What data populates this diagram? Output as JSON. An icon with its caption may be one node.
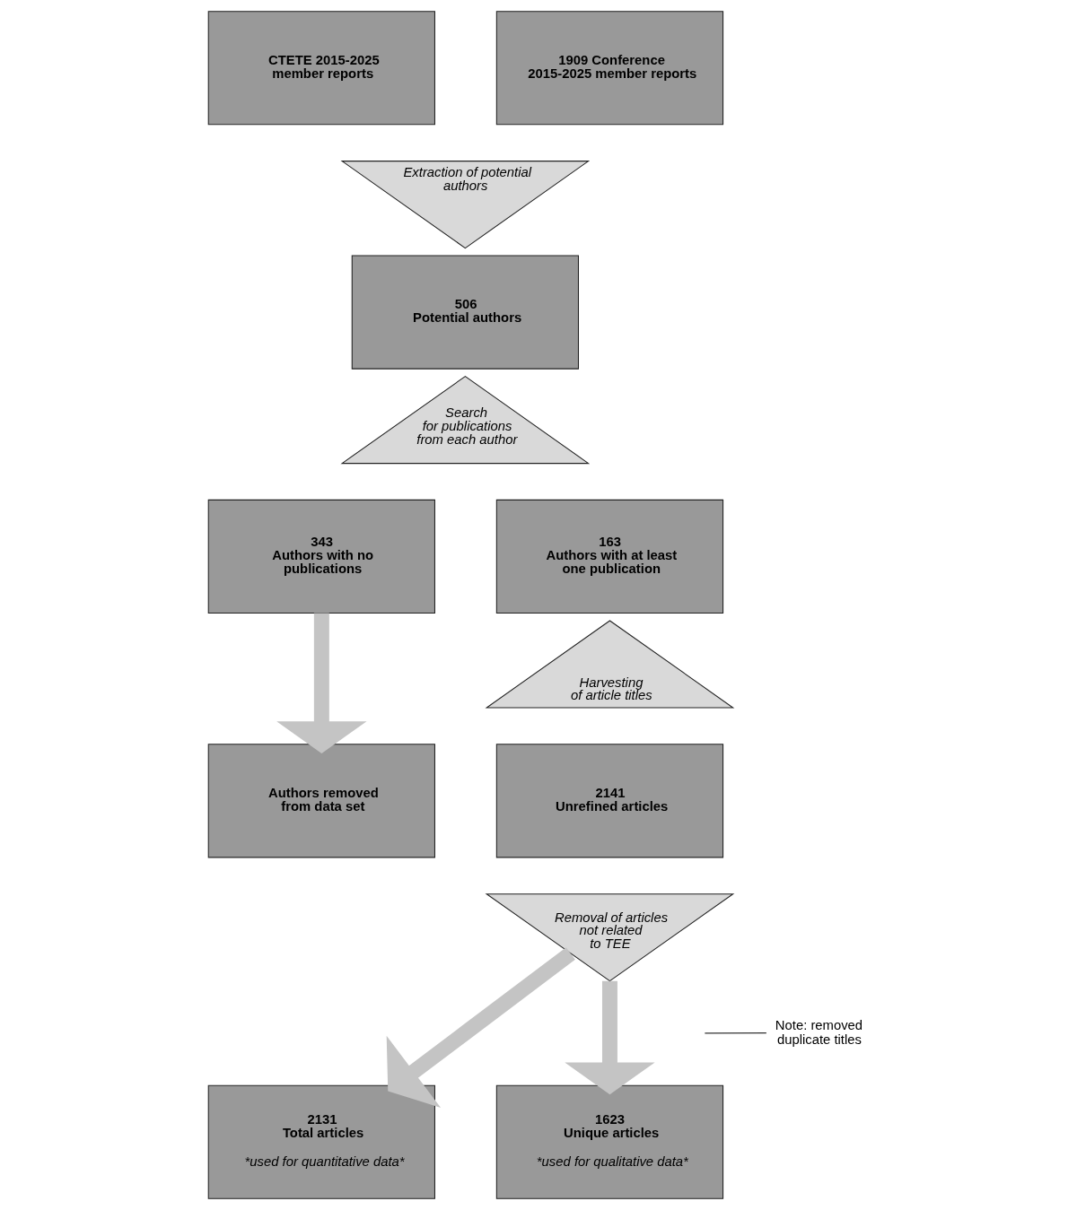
{
  "diagram": {
    "nodes": [
      {
        "text": [
          "CTETE 2015-2025 member reports"
        ]
      },
      {
        "text": [
          "1909 Conference 2015-2025 member reports"
        ]
      },
      {
        "text": [
          "Extraction of potential authors"
        ]
      },
      {
        "text": [
          "506 Potential authors"
        ]
      },
      {
        "text": [
          "Search for publications from each author"
        ]
      },
      {
        "text": [
          "343 Authors with no publications"
        ]
      },
      {
        "text": [
          "163 Authors with at least one publication"
        ]
      },
      {
        "text": [
          "Authors removed from data set"
        ]
      },
      {
        "text": [
          "Harvesting of article titles"
        ]
      },
      {
        "text": [
          "2141 Unrefined articles"
        ]
      },
      {
        "text": [
          "Removal of articles not related to TEE"
        ]
      },
      {
        "text": [
          "2131 Total articles",
          "*used for quantitative data*"
        ]
      },
      {
        "text": [
          "1623 Unique articles",
          "*used for qualitative data*"
        ]
      },
      {
        "text": [
          "Note: removed duplicate titles"
        ]
      }
    ],
    "edges": [
      {
        "from": 5,
        "to": 7,
        "arrow": "to"
      },
      {
        "from": 10,
        "to": 11,
        "arrow": "to"
      },
      {
        "from": 10,
        "to": 12,
        "arrow": "to"
      },
      {
        "from": 13,
        "to": null,
        "arrow": "none",
        "color": "#333333"
      }
    ]
  }
}
